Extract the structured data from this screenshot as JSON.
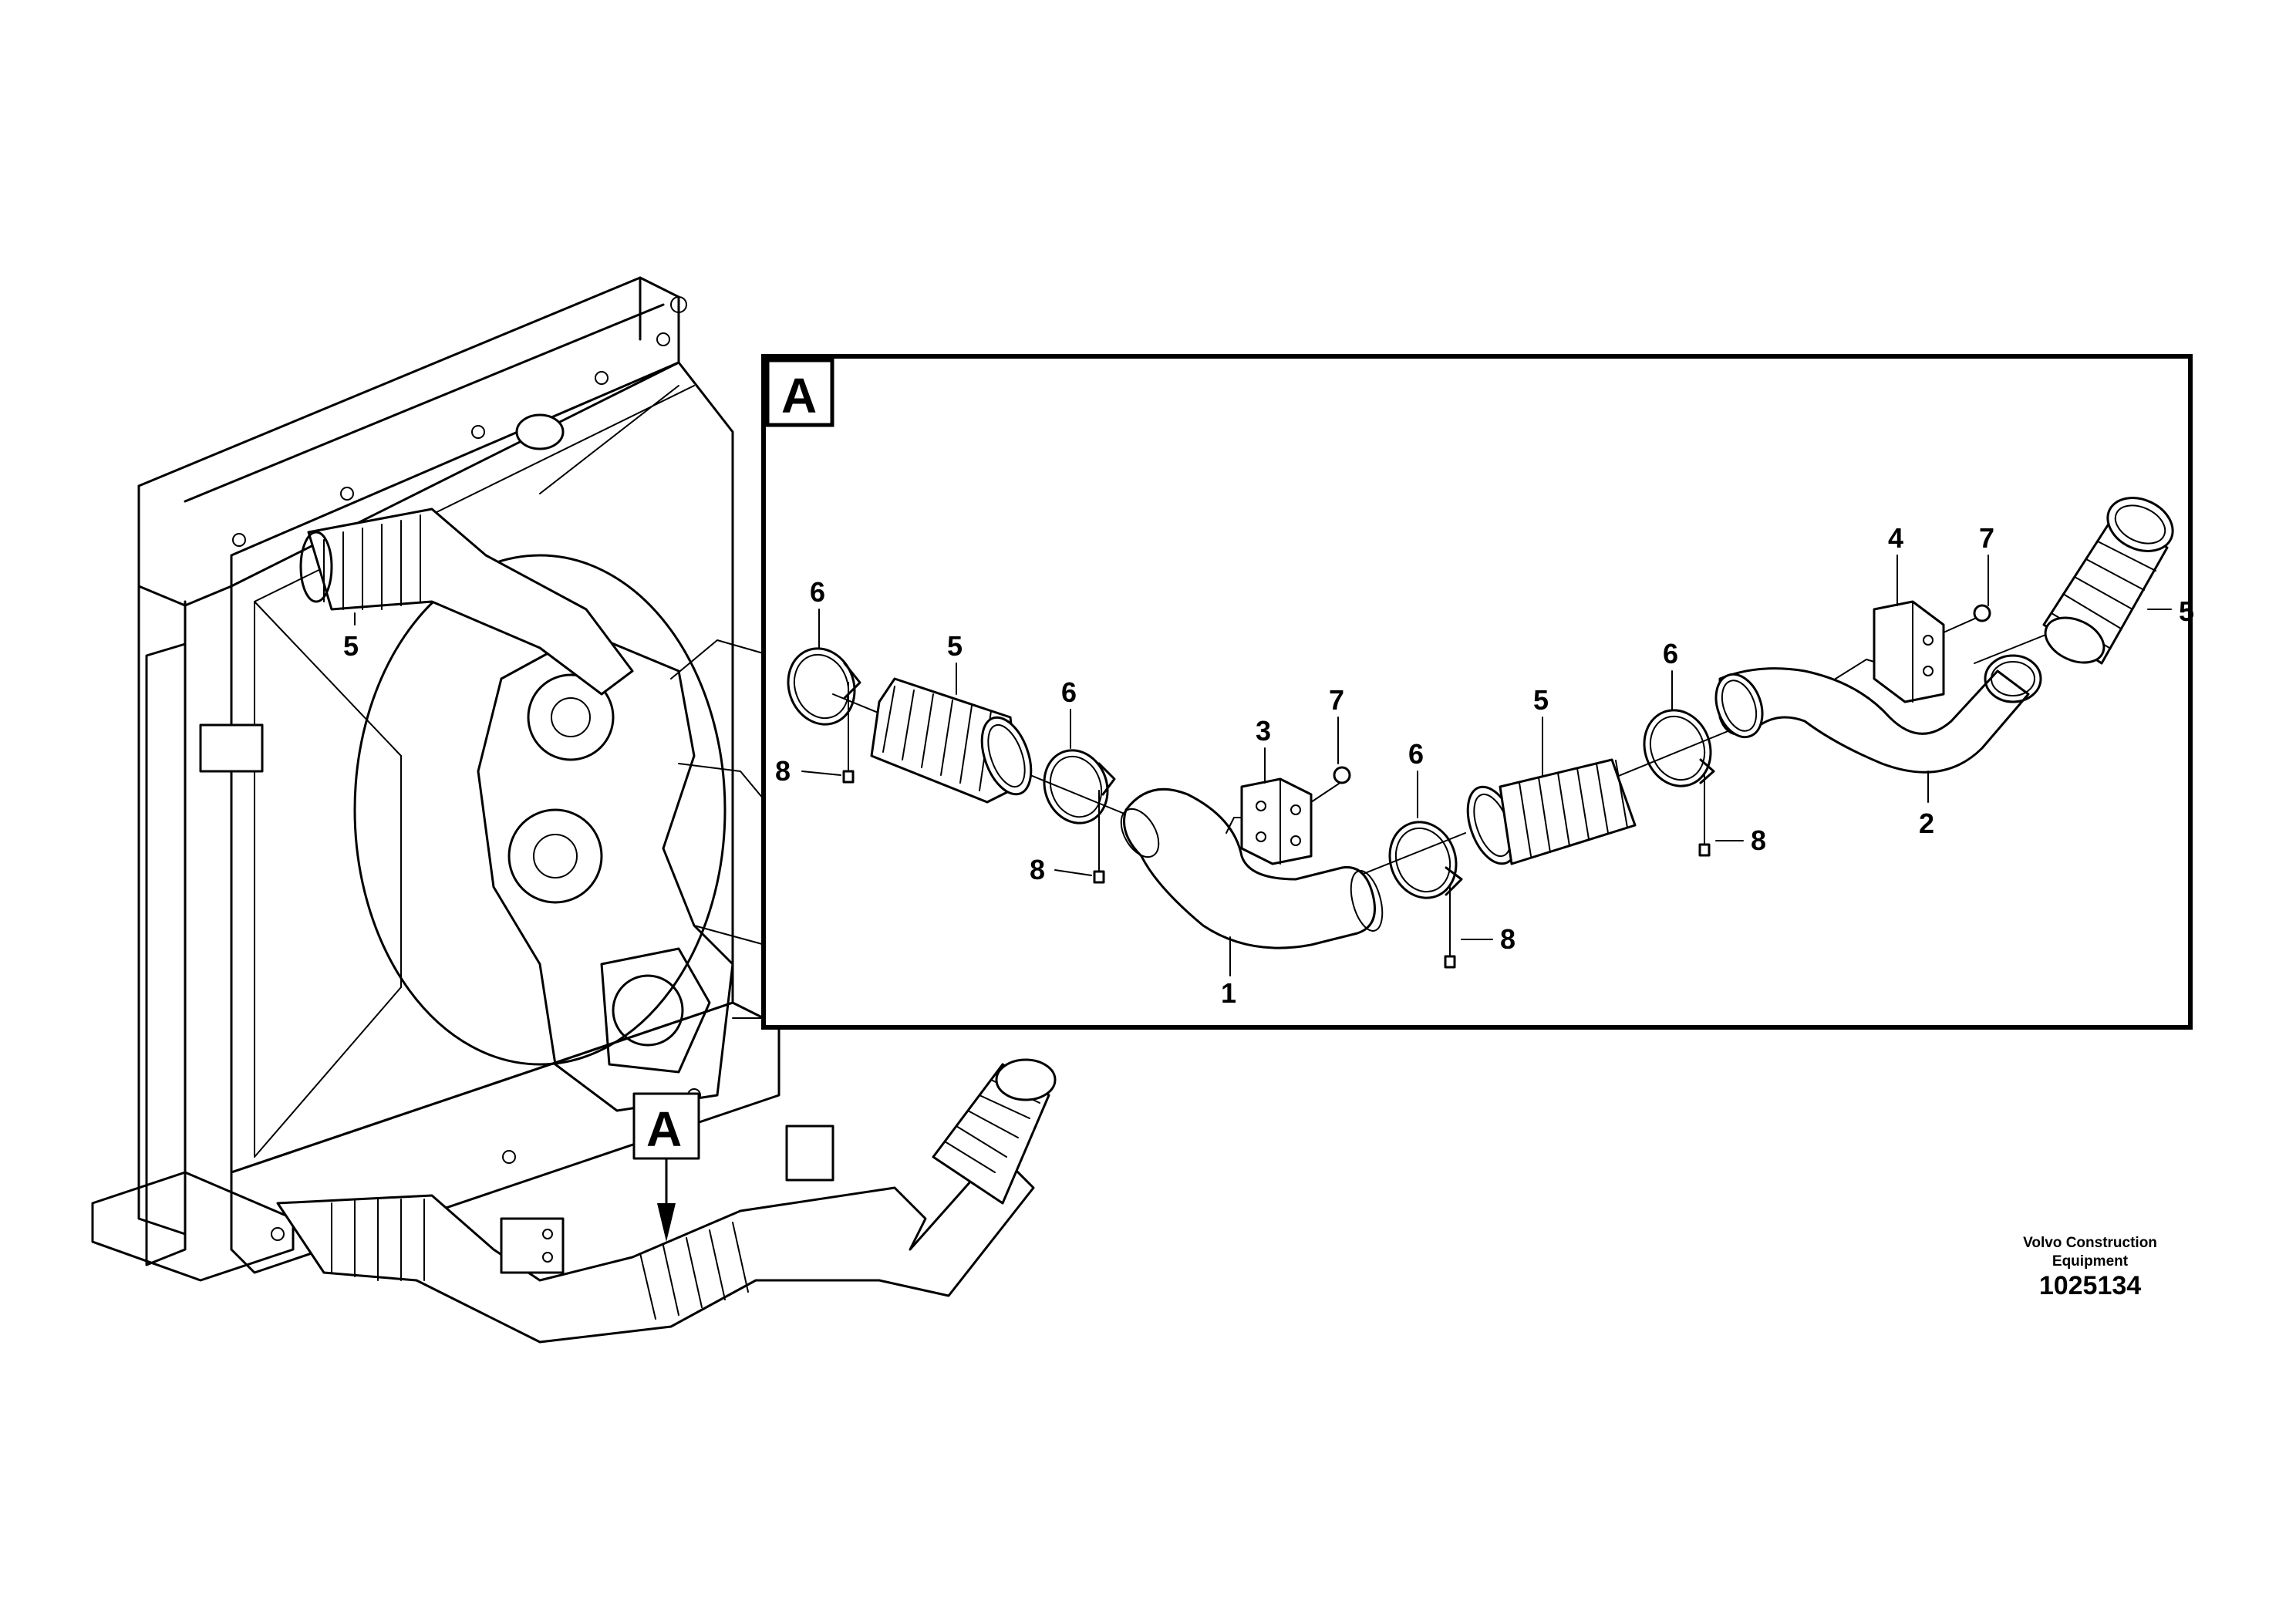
{
  "callouts": {
    "overview_hose_top": "5",
    "detail_frame": "A",
    "overview_frame": "A",
    "pipe_1": "1",
    "pipe_2": "2",
    "bracket_3": "3",
    "bracket_4": "4",
    "hose_left": "5",
    "hose_middle": "5",
    "hose_right": "5",
    "clamp_left": "6",
    "clamp_mid_left": "6",
    "clamp_mid": "6",
    "clamp_right": "6",
    "bolt_7_left": "7",
    "bolt_7_right": "7",
    "screw_8_a": "8",
    "screw_8_b": "8",
    "screw_8_c": "8",
    "screw_8_d": "8"
  },
  "brand": {
    "line1": "Volvo Construction",
    "line2": "Equipment"
  },
  "document_number": "1025134"
}
